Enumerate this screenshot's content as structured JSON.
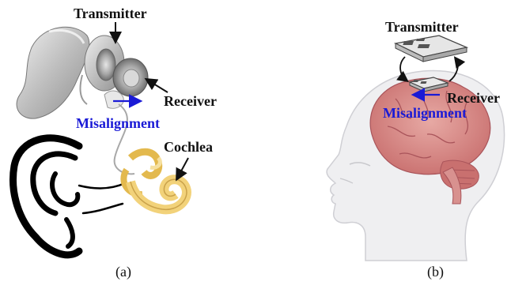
{
  "panel_a": {
    "labels": {
      "transmitter": "Transmitter",
      "receiver": "Receiver",
      "misalignment": "Misalignment",
      "cochlea": "Cochlea"
    },
    "caption": "(a)"
  },
  "panel_b": {
    "labels": {
      "transmitter": "Transmitter",
      "receiver": "Receiver",
      "misalignment": "Misalignment"
    },
    "caption": "(b)"
  },
  "colors": {
    "label": "#111111",
    "misalignment": "#1a1ad6",
    "brain": "#d98b8b",
    "cochlea": "#f2d27a",
    "device": "#b8b8b8"
  },
  "icons": [
    "cochlear-implant-device-icon",
    "ear-outline-icon",
    "cochlea-icon",
    "head-silhouette-icon",
    "brain-icon",
    "coil-chip-icon"
  ]
}
